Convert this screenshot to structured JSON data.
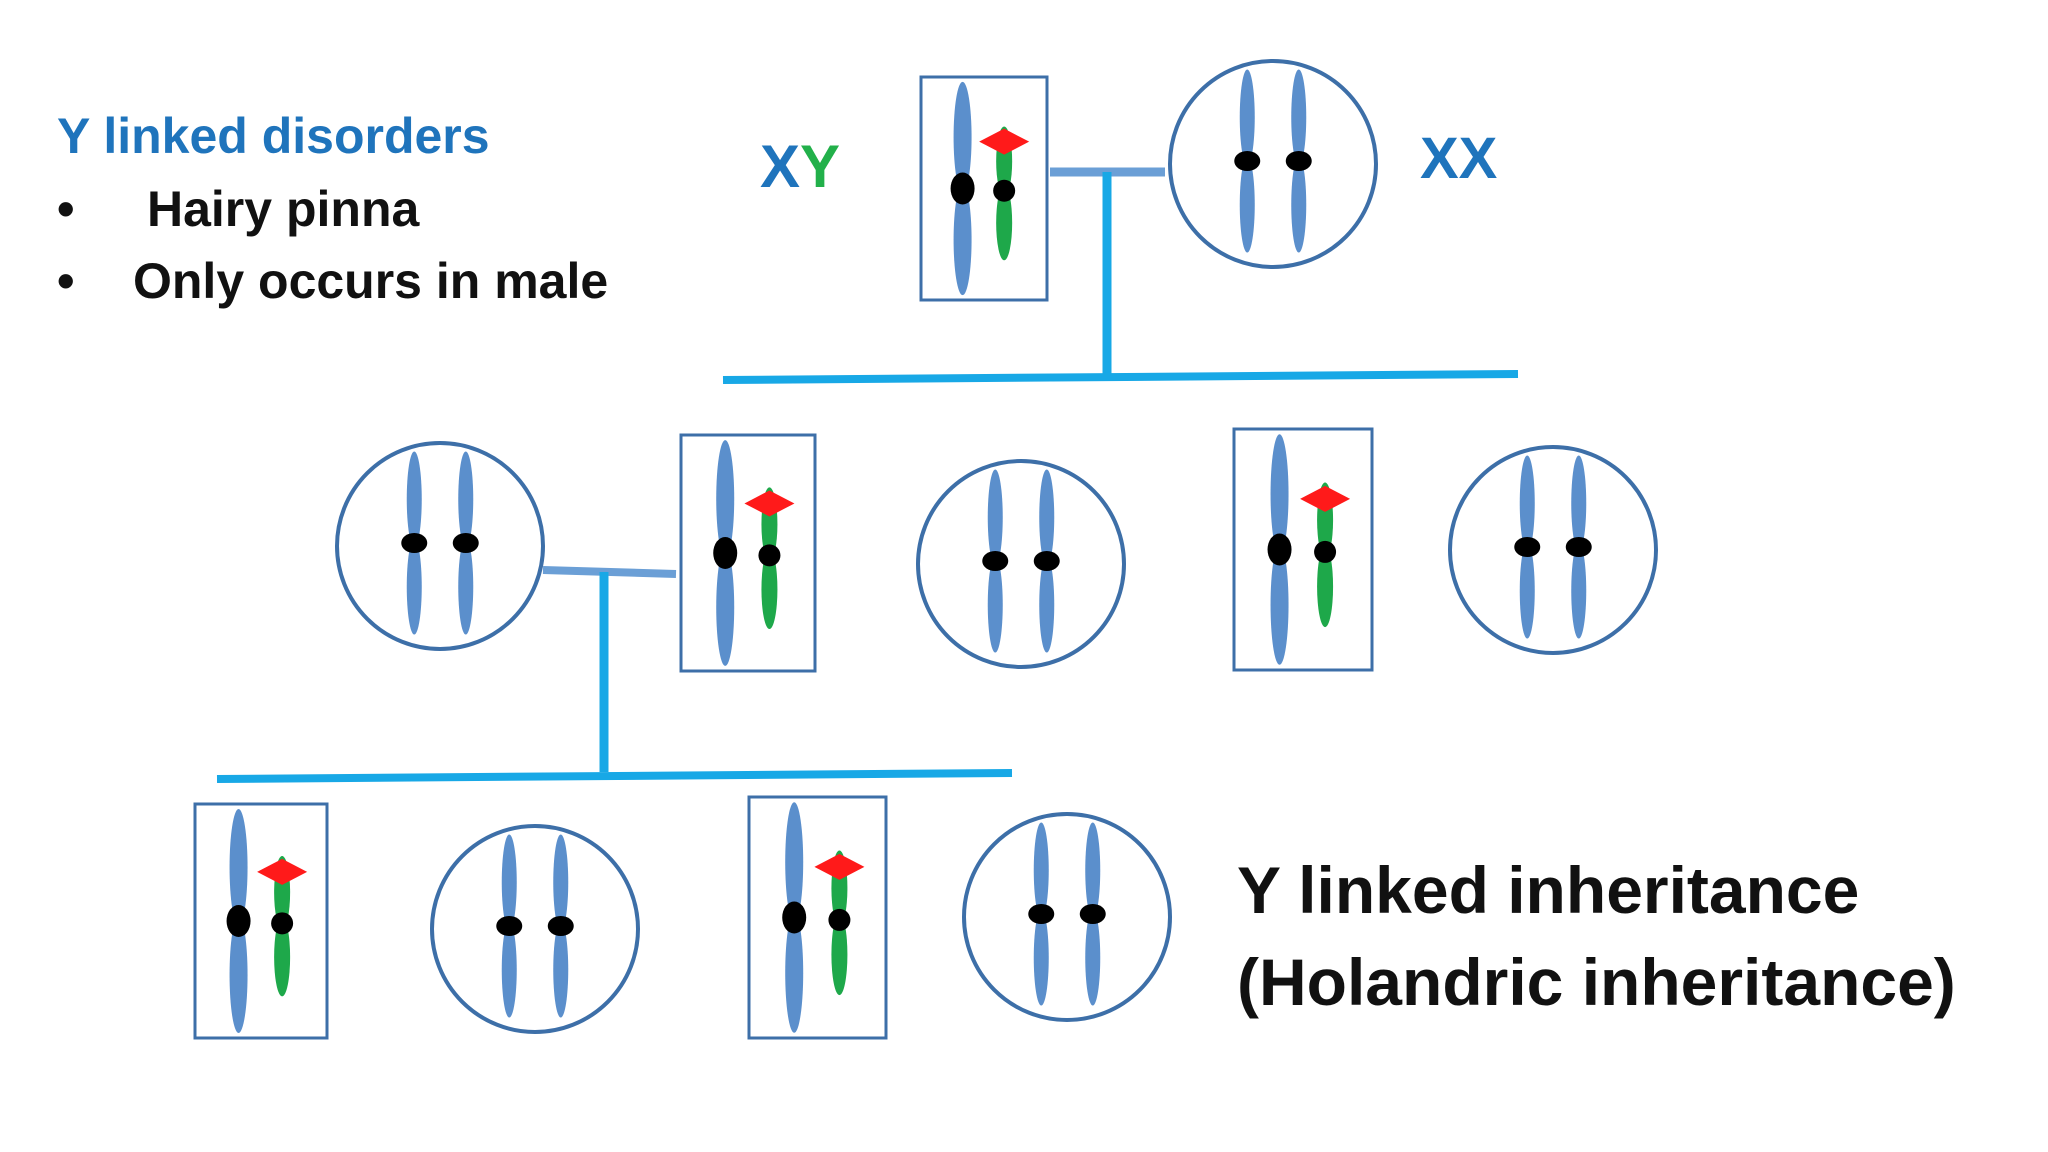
{
  "disorders": {
    "heading": "Y linked disorders",
    "items": [
      {
        "bullet": "•",
        "text": "Hairy pinna"
      },
      {
        "bullet": "•",
        "text": "Only occurs in male"
      }
    ]
  },
  "parents": {
    "father_label_x": "X",
    "father_label_y": "Y",
    "mother_label": "XX"
  },
  "title": {
    "line1": "Y linked inheritance",
    "line2": "(Holandric inheritance)"
  },
  "colors": {
    "x_chromosome": "#5b8fcc",
    "y_chromosome": "#1ea84a",
    "affected_marker": "#ff1a1a",
    "line_blue": "#18a8e6",
    "outline": "#3d6fa8",
    "heading": "#1f74bc"
  },
  "legend": {
    "male_symbol": "rectangle",
    "female_symbol": "circle",
    "affected_marker_shape": "red diamond on Y chromosome"
  },
  "pedigree": {
    "generations": [
      [
        "male-affected",
        "female"
      ],
      [
        "female",
        "male-affected",
        "female",
        "male-affected",
        "female"
      ],
      [
        "male-affected",
        "female",
        "male-affected",
        "female"
      ]
    ]
  }
}
